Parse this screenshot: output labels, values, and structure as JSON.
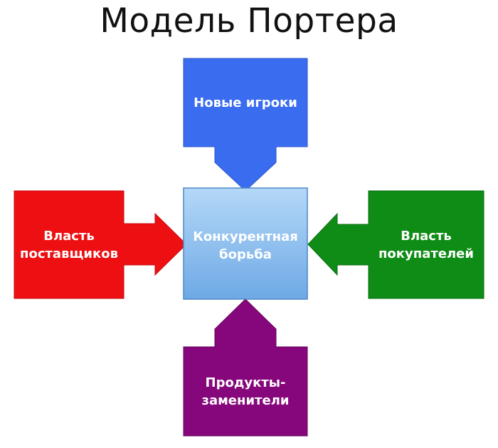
{
  "title": "Модель Портера",
  "nodes": {
    "new_players": {
      "label": "Новые игроки",
      "color": "#3a6cf0"
    },
    "suppliers": {
      "label": "Власть\nпоставщиков",
      "color": "#ee0f12"
    },
    "competition": {
      "label": "Конкурентная\nборьба",
      "color": "#8fc2ef"
    },
    "buyers": {
      "label": "Власть\nпокупателей",
      "color": "#0e8c16"
    },
    "substitutes": {
      "label": "Продукты-\nзаменители",
      "color": "#86077b"
    }
  }
}
